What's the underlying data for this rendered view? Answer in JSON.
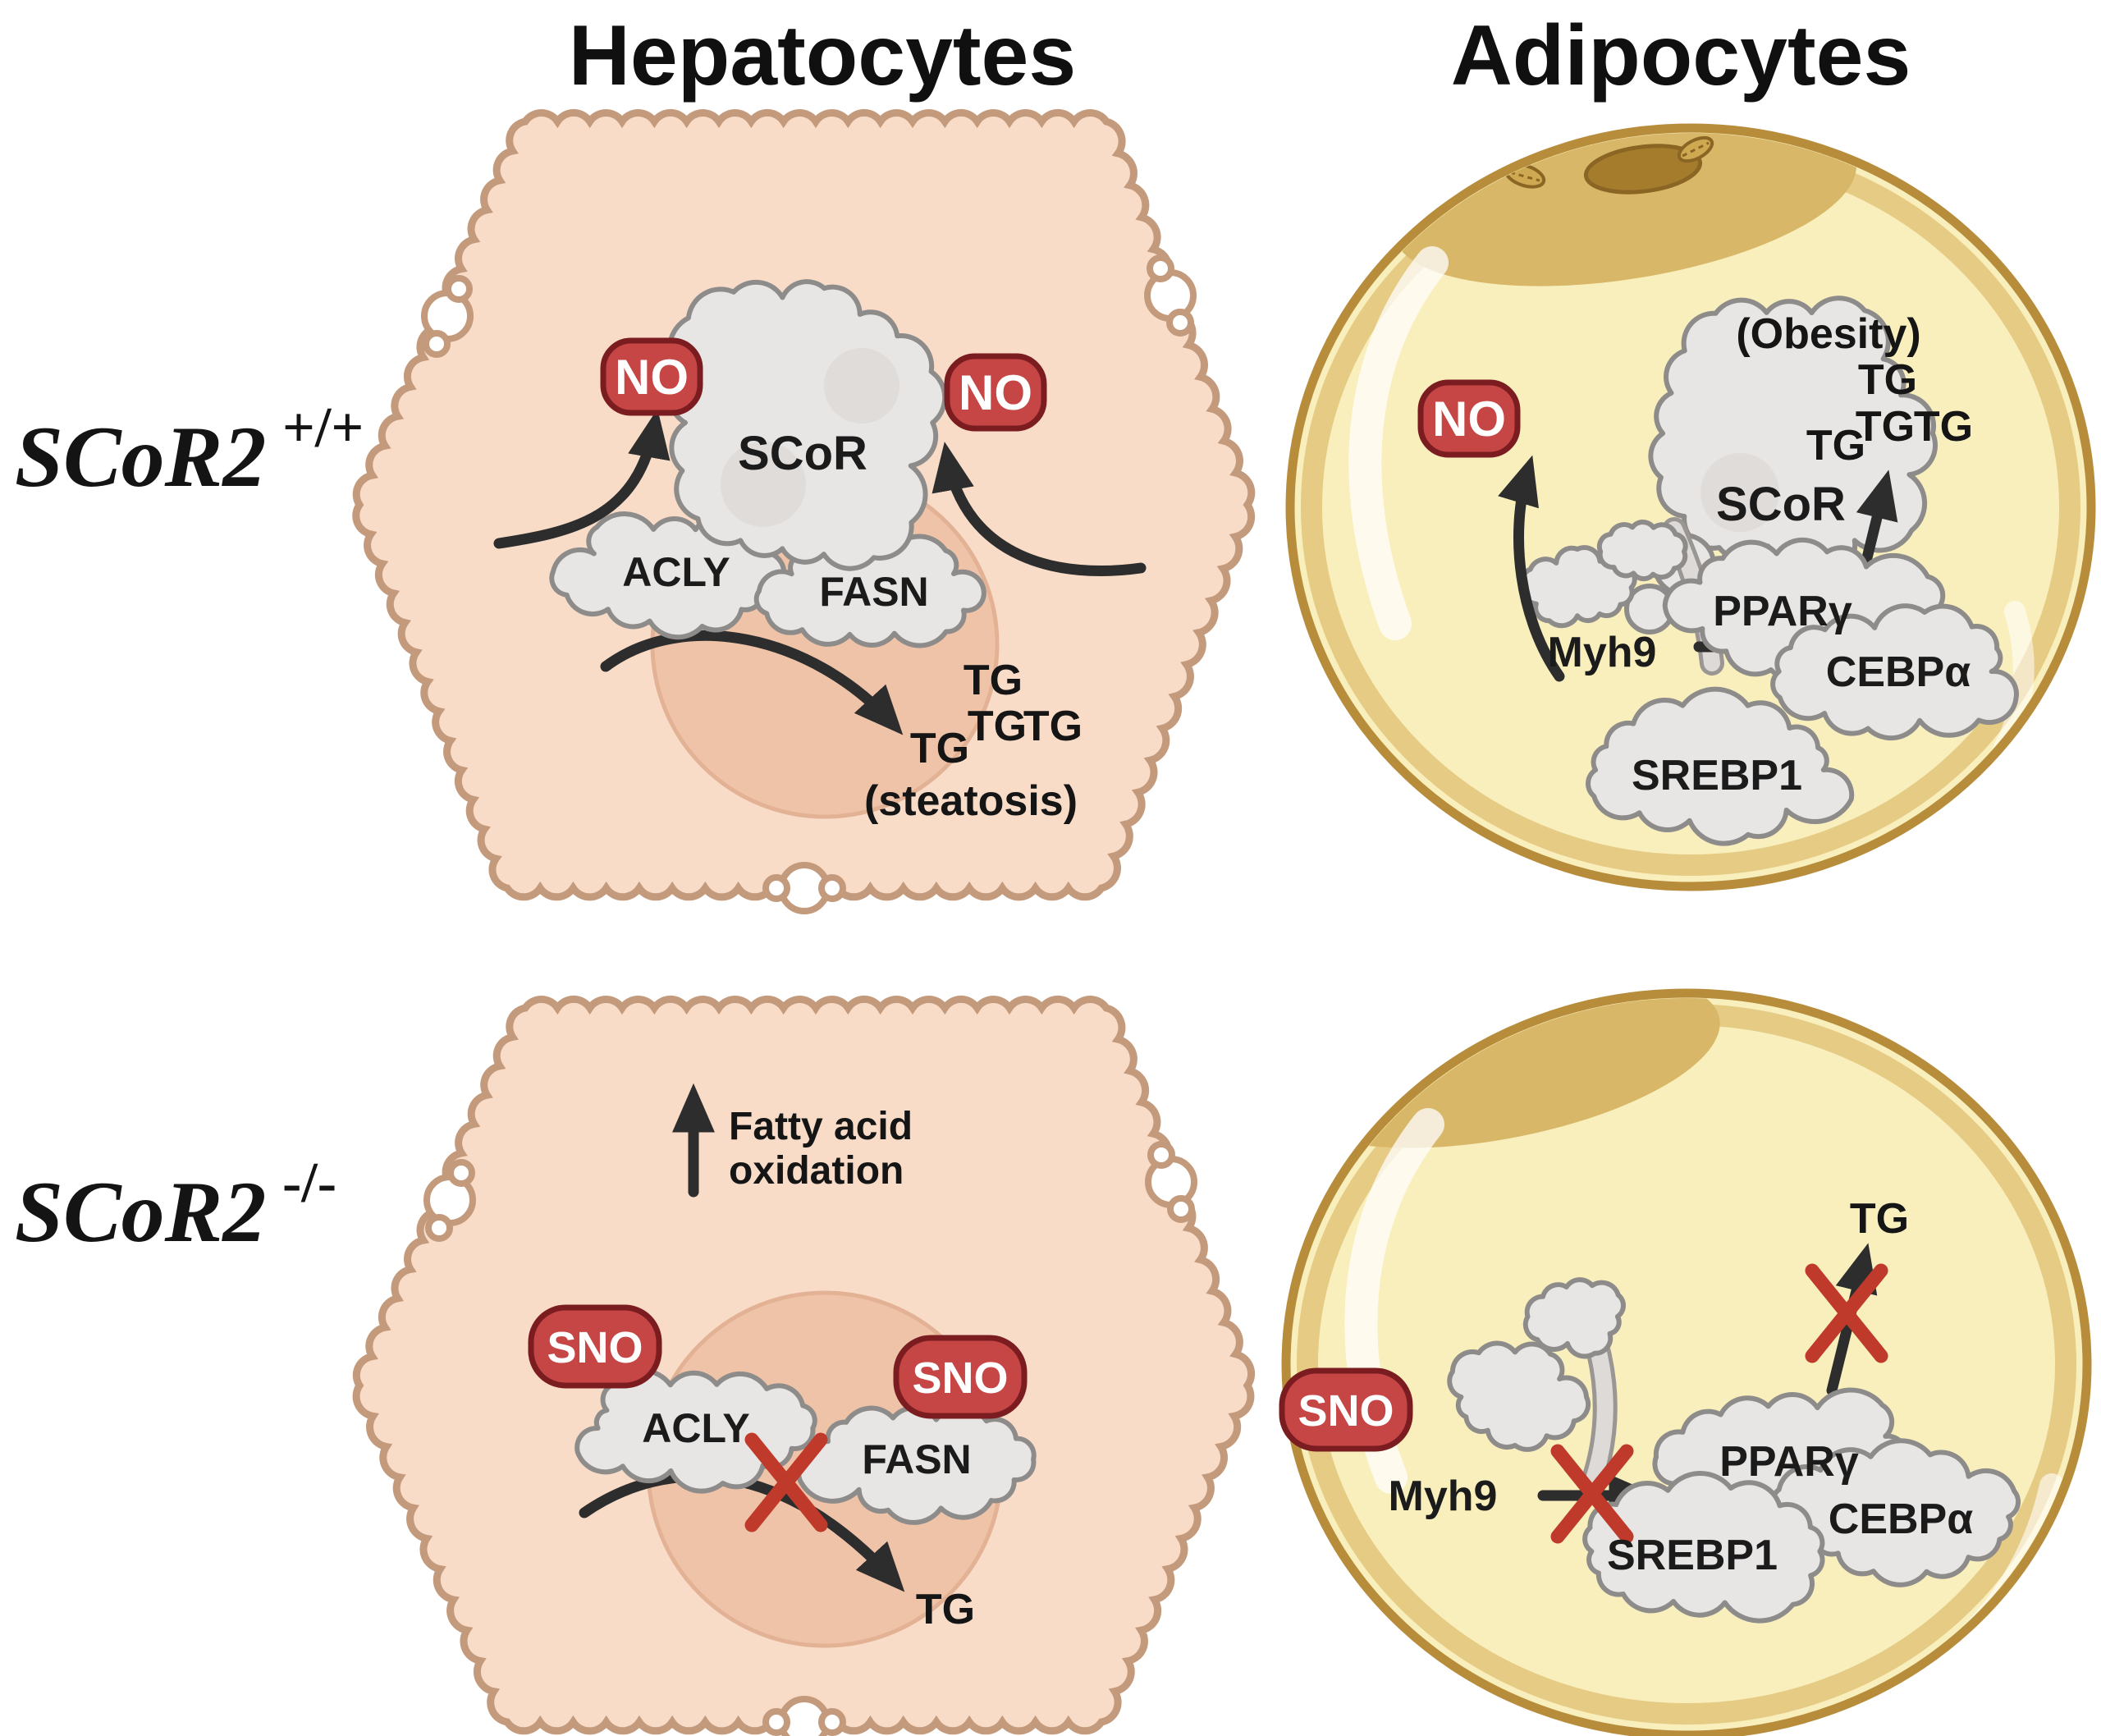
{
  "figure": {
    "columns": [
      "Hepatocytes",
      "Adipocytes"
    ],
    "rows": [
      {
        "gene": "SCoR2",
        "genotype": "+/+"
      },
      {
        "gene": "SCoR2",
        "genotype": "-/-"
      }
    ]
  },
  "labels": {
    "no": "NO",
    "sno": "SNO",
    "scor": "SCoR",
    "acly": "ACLY",
    "fasn": "FASN",
    "myh9": "Myh9",
    "pparg": "PPARγ",
    "cebpa": "CEBPα",
    "srebp1": "SREBP1",
    "tg": "TG",
    "obesity": "(Obesity)",
    "steatosis": "(steatosis)",
    "fatty1": "Fatty acid",
    "fatty2": "oxidation"
  },
  "colors": {
    "hepatocyte_fill": "#f8dcc8",
    "hepatocyte_border": "#c49a7c",
    "hepatocyte_nucleus": "#efc3a8",
    "adipocyte_fill": "#f9efbd",
    "adipocyte_border": "#b78d3c",
    "adipocyte_ring": "#e3c77d",
    "adipocyte_nucleus": "#a57b2c",
    "protein_cloud": "#e8e6e4",
    "cloud_border": "#8e8c8a",
    "badge_red": "#c64646",
    "badge_border": "#7b1d20",
    "arrow": "#2d2d2d",
    "inhibit_x": "#bf3a2b"
  }
}
